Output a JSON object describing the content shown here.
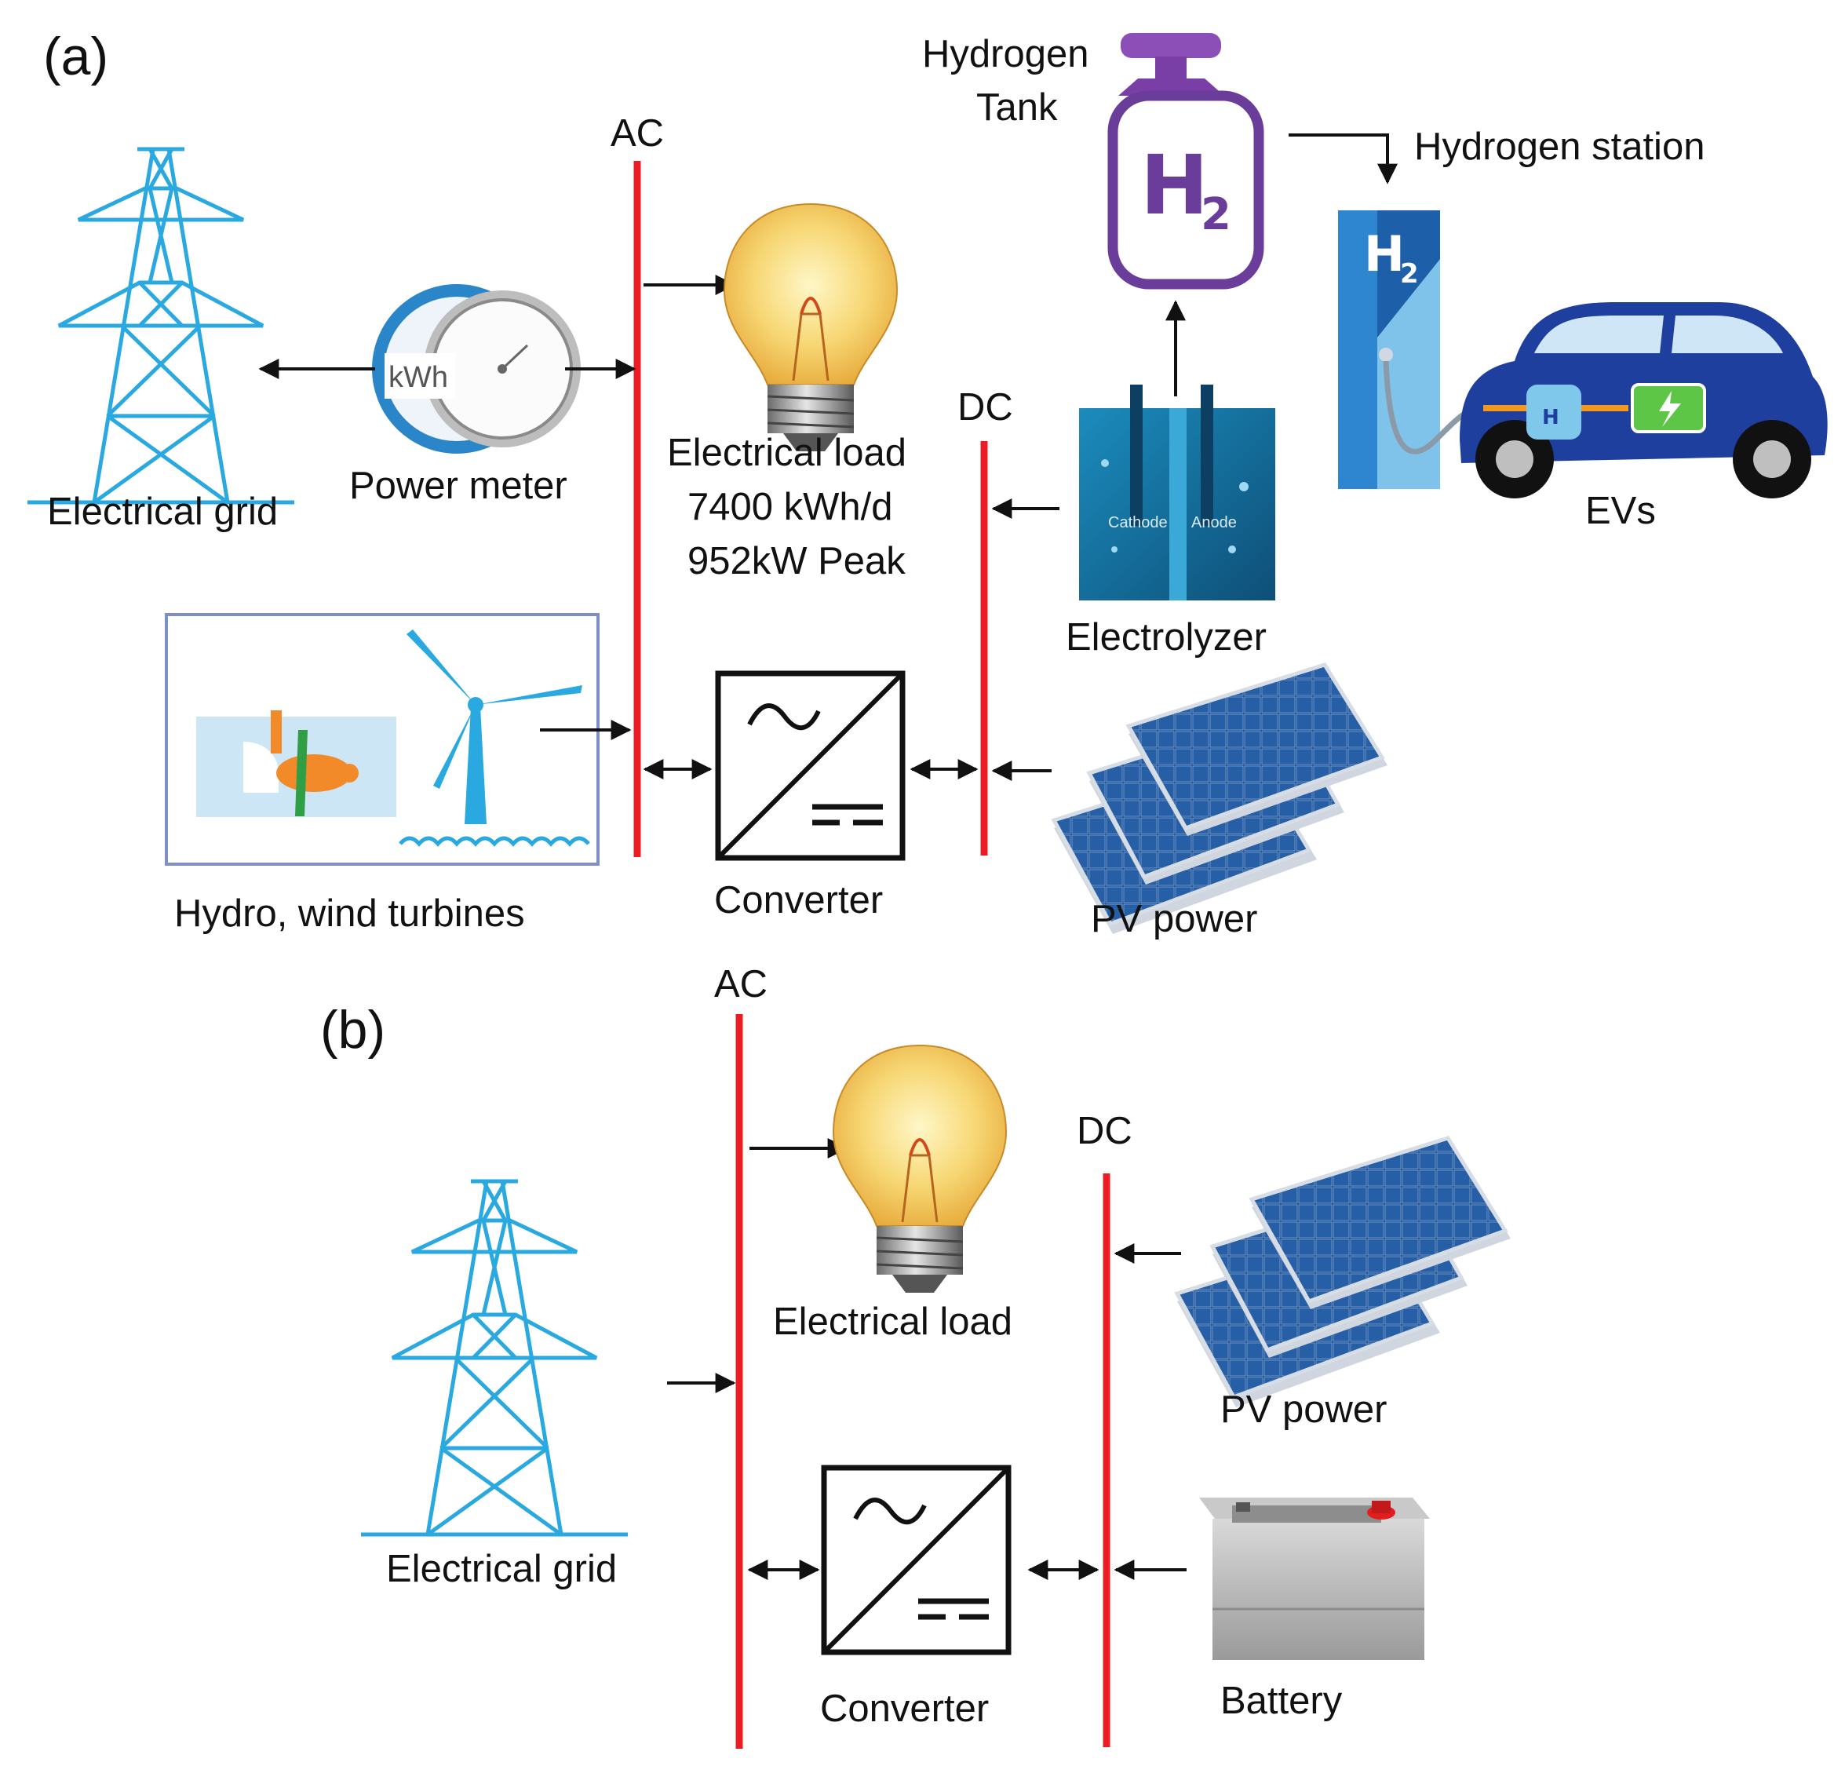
{
  "panel_a": {
    "tag": "(a)",
    "bus_ac": "AC",
    "bus_dc": "DC",
    "grid": "Electrical grid",
    "meter": "Power meter",
    "meter_unit": "kWh",
    "load_line1": "Electrical load",
    "load_line2": "7400 kWh/d",
    "load_line3": "952kW Peak",
    "tank_line1": "Hydrogen",
    "tank_line2": "Tank",
    "station": "Hydrogen station",
    "evs": "EVs",
    "electrolyzer": "Electrolyzer",
    "cathode": "Cathode",
    "anode": "Anode",
    "renewables": "Hydro, wind turbines",
    "converter": "Converter",
    "pv": "PV power",
    "h2": "H",
    "h2_sub": "2"
  },
  "panel_b": {
    "tag": "(b)",
    "bus_ac": "AC",
    "bus_dc": "DC",
    "load": "Electrical load",
    "grid": "Electrical grid",
    "pv": "PV power",
    "converter": "Converter",
    "battery": "Battery"
  },
  "colors": {
    "bus": "#ec1c24",
    "pylon": "#29a9e0",
    "tank": "#6a3d9a",
    "station": "#1d5fa8",
    "car": "#1e3f9e",
    "panel": "#1f4e8c",
    "electrolyzer": "#1b6f9a"
  }
}
